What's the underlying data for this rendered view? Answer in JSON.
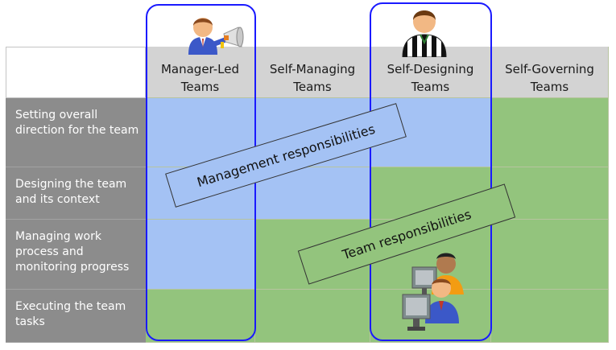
{
  "columns": [
    {
      "line1": "Manager-Led",
      "line2": "Teams"
    },
    {
      "line1": "Self-Managing",
      "line2": "Teams"
    },
    {
      "line1": "Self-Designing",
      "line2": "Teams"
    },
    {
      "line1": "Self-Governing",
      "line2": "Teams"
    }
  ],
  "rows": [
    {
      "label": "Setting overall direction for the team"
    },
    {
      "label": "Designing the team and its context"
    },
    {
      "label": "Managing work process and monitoring progress"
    },
    {
      "label": "Executing the team tasks"
    }
  ],
  "banners": {
    "management": "Management responsibilities",
    "team": "Team responsibilities"
  },
  "colors": {
    "management_cell": "#a4c2f4",
    "team_cell": "#93c47d",
    "frame": "#1a1aff",
    "header": "#d3d3d3",
    "row_label": "#8c8c8c"
  },
  "icons": {
    "manager": "manager-megaphone-icon",
    "referee": "referee-icon",
    "team_workers": "team-computer-workers-icon"
  }
}
